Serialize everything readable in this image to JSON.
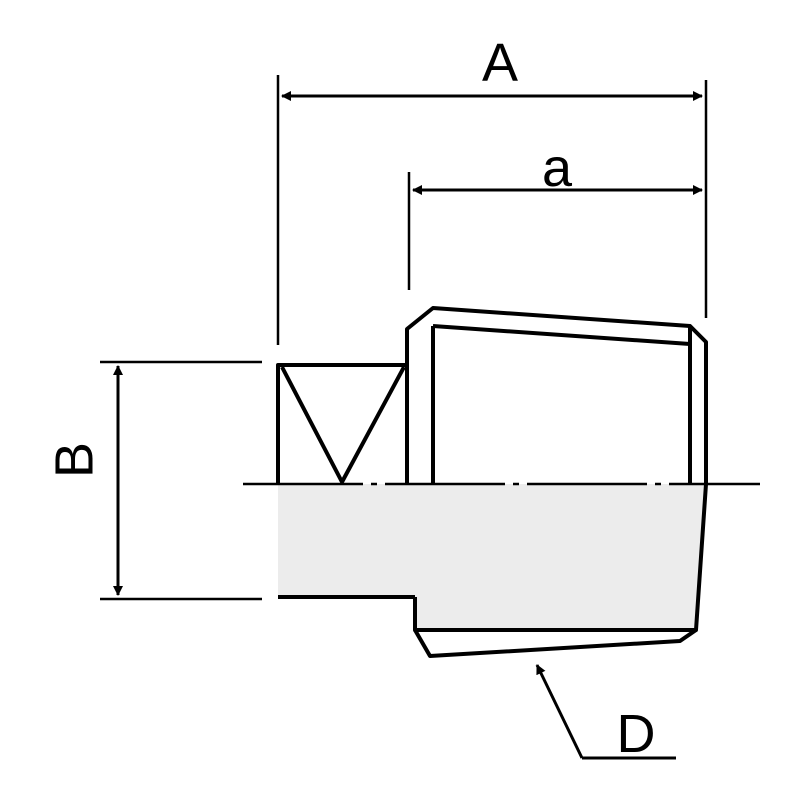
{
  "labels": {
    "overall_length": "A",
    "thread_length": "a",
    "hex_size": "B",
    "thread_size": "D"
  },
  "colors": {
    "stroke": "#000000",
    "section_fill": "#ececec",
    "background": "#ffffff"
  }
}
